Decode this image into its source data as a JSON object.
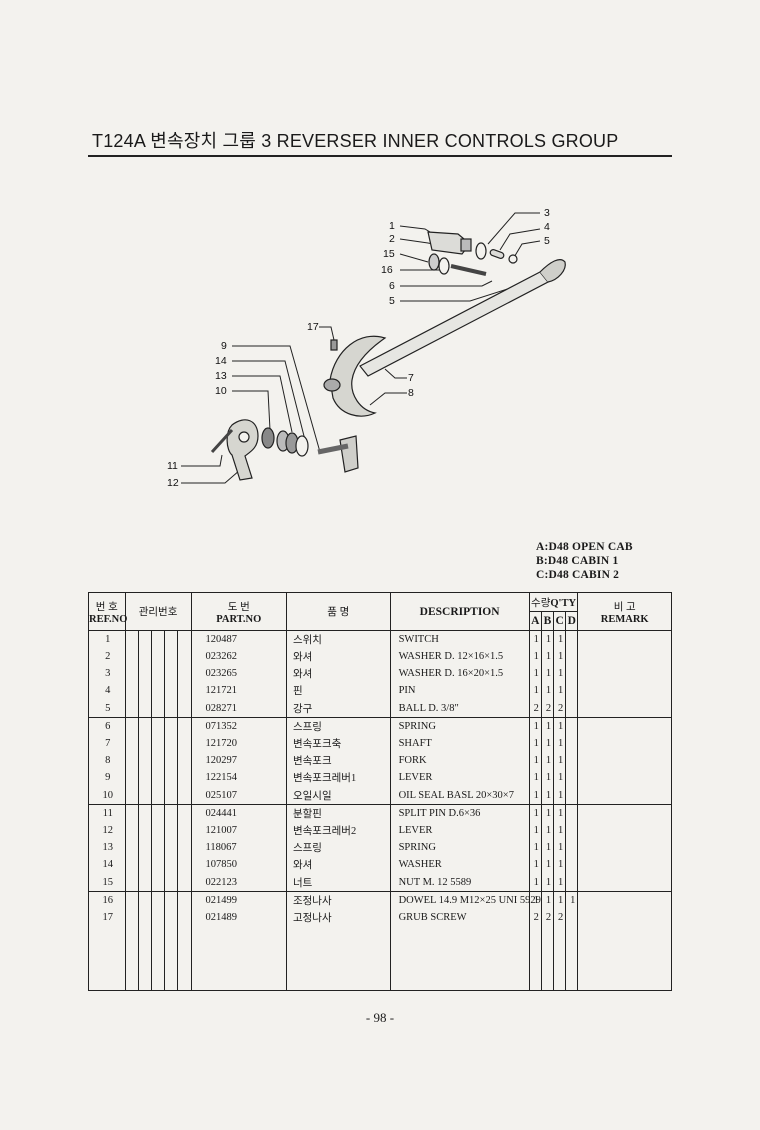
{
  "page": {
    "title": "T124A 변속장치 그룹 3 REVERSER INNER CONTROLS GROUP",
    "page_number": "- 98 -"
  },
  "legend": [
    "A:D48 OPEN CAB",
    "B:D48 CABIN 1",
    "C:D48 CABIN 2"
  ],
  "diagram_callouts": [
    "1",
    "2",
    "15",
    "16",
    "6",
    "5",
    "3",
    "4",
    "5",
    "17",
    "9",
    "14",
    "13",
    "10",
    "7",
    "8",
    "11",
    "12"
  ],
  "table_headers": {
    "ref_kr": "번 호",
    "ref_en": "REF.NO",
    "mgmt_kr": "관리번호",
    "part_kr": "도 번",
    "part_en": "PART.NO",
    "name_kr": "품 명",
    "description": "DESCRIPTION",
    "qty_kr": "수량",
    "qty_en": "Q'TY",
    "col_a": "A",
    "col_b": "B",
    "col_c": "C",
    "col_d": "D",
    "remark_kr": "비 고",
    "remark_en": "REMARK"
  },
  "parts": [
    {
      "ref": "1",
      "part_no": "120487",
      "name_kr": "스위치",
      "desc": "SWITCH",
      "a": "1",
      "b": "1",
      "c": "1",
      "d": ""
    },
    {
      "ref": "2",
      "part_no": "023262",
      "name_kr": "와셔",
      "desc": "WASHER D. 12×16×1.5",
      "a": "1",
      "b": "1",
      "c": "1",
      "d": ""
    },
    {
      "ref": "3",
      "part_no": "023265",
      "name_kr": "와셔",
      "desc": "WASHER D. 16×20×1.5",
      "a": "1",
      "b": "1",
      "c": "1",
      "d": ""
    },
    {
      "ref": "4",
      "part_no": "121721",
      "name_kr": "핀",
      "desc": "PIN",
      "a": "1",
      "b": "1",
      "c": "1",
      "d": ""
    },
    {
      "ref": "5",
      "part_no": "028271",
      "name_kr": "강구",
      "desc": "BALL D. 3/8\"",
      "a": "2",
      "b": "2",
      "c": "2",
      "d": ""
    },
    {
      "ref": "6",
      "part_no": "071352",
      "name_kr": "스프링",
      "desc": "SPRING",
      "a": "1",
      "b": "1",
      "c": "1",
      "d": ""
    },
    {
      "ref": "7",
      "part_no": "121720",
      "name_kr": "변속포크축",
      "desc": "SHAFT",
      "a": "1",
      "b": "1",
      "c": "1",
      "d": ""
    },
    {
      "ref": "8",
      "part_no": "120297",
      "name_kr": "변속포크",
      "desc": "FORK",
      "a": "1",
      "b": "1",
      "c": "1",
      "d": ""
    },
    {
      "ref": "9",
      "part_no": "122154",
      "name_kr": "변속포크레버1",
      "desc": "LEVER",
      "a": "1",
      "b": "1",
      "c": "1",
      "d": ""
    },
    {
      "ref": "10",
      "part_no": "025107",
      "name_kr": "오일시일",
      "desc": "OIL SEAL BASL 20×30×7",
      "a": "1",
      "b": "1",
      "c": "1",
      "d": ""
    },
    {
      "ref": "11",
      "part_no": "024441",
      "name_kr": "분할핀",
      "desc": "SPLIT PIN D.6×36",
      "a": "1",
      "b": "1",
      "c": "1",
      "d": ""
    },
    {
      "ref": "12",
      "part_no": "121007",
      "name_kr": "변속포크레버2",
      "desc": "LEVER",
      "a": "1",
      "b": "1",
      "c": "1",
      "d": ""
    },
    {
      "ref": "13",
      "part_no": "118067",
      "name_kr": "스프링",
      "desc": "SPRING",
      "a": "1",
      "b": "1",
      "c": "1",
      "d": ""
    },
    {
      "ref": "14",
      "part_no": "107850",
      "name_kr": "와셔",
      "desc": "WASHER",
      "a": "1",
      "b": "1",
      "c": "1",
      "d": ""
    },
    {
      "ref": "15",
      "part_no": "022123",
      "name_kr": "너트",
      "desc": "NUT M. 12 5589",
      "a": "1",
      "b": "1",
      "c": "1",
      "d": ""
    },
    {
      "ref": "16",
      "part_no": "021499",
      "name_kr": "조정나사",
      "desc": "DOWEL 14.9 M12×25 UNI 5929",
      "a": "1",
      "b": "1",
      "c": "1",
      "d": "1"
    },
    {
      "ref": "17",
      "part_no": "021489",
      "name_kr": "고정나사",
      "desc": "GRUB SCREW",
      "a": "2",
      "b": "2",
      "c": "2",
      "d": ""
    }
  ]
}
